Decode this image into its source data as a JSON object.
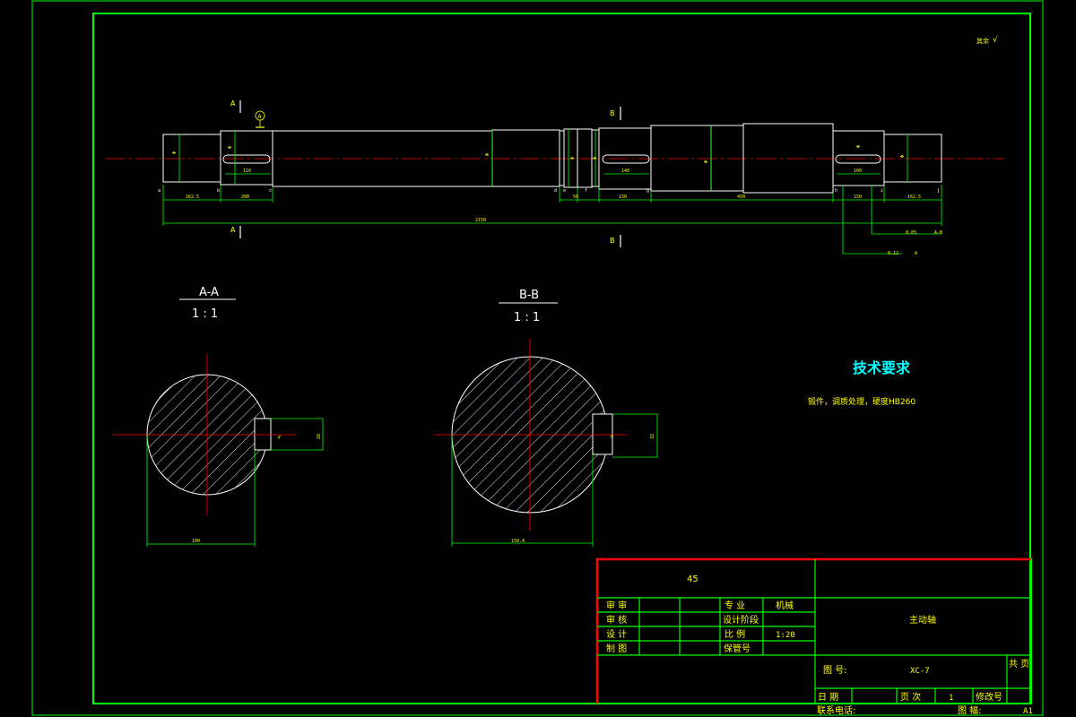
{
  "colors": {
    "background": "#000000",
    "frame": "#00ff00",
    "part_outline": "#ffffff",
    "center_line": "#ff0000",
    "dimension": "#00ff00",
    "title_block_accent": "#ff0000",
    "heading": "#00ffff",
    "text": "#ffff00"
  },
  "corner_note": {
    "label": "其余",
    "value": "√"
  },
  "shaft_view": {
    "section_marks": {
      "a_top": "A",
      "a_bottom": "A",
      "b_top": "B",
      "b_bottom": "B",
      "datum": "A"
    },
    "diameter_labels": [
      "Φ",
      "Φ",
      "Φ",
      "Φ",
      "Φ",
      "Φ",
      "Φ",
      "Φ"
    ],
    "key_lengths": [
      "110",
      "140",
      "100"
    ],
    "segment_lengths": [
      "162.5",
      "200",
      "50",
      "150",
      "450",
      "150",
      "162.5"
    ],
    "point_labels": [
      "a",
      "b",
      "c",
      "d",
      "e",
      "f",
      "g",
      "h",
      "i",
      "j"
    ],
    "overall_length": "2150",
    "tolerance_1": {
      "value": "0.05",
      "ref": "A-B"
    },
    "tolerance_2": {
      "value": "0.12",
      "ref": "A"
    }
  },
  "sections": [
    {
      "title": "A-A",
      "scale": "1 : 1",
      "key_depth": "6",
      "key_width": "28",
      "diameter": "100"
    },
    {
      "title": "B-B",
      "scale": "1 : 1",
      "key_depth": "6",
      "key_width": "32",
      "diameter": "150.4"
    }
  ],
  "tech_requirements": {
    "title": "技术要求",
    "text": "锻件，调质处理，硬度HB260"
  },
  "title_block": {
    "material": "45",
    "part_name": "主动轴",
    "rows": [
      {
        "label": "审 审",
        "field": "专 业",
        "value": "机械"
      },
      {
        "label": "审 核",
        "field": "设计阶段",
        "value": ""
      },
      {
        "label": "设 计",
        "field": "比 例",
        "value": "1:20"
      },
      {
        "label": "制 图",
        "field": "保管号",
        "value": ""
      }
    ],
    "drawing_no_label": "图 号:",
    "drawing_no": "XC-7",
    "sheet_count_label": "共 页",
    "date_label": "日 期",
    "page_label": "页 次",
    "page_value": "1",
    "revision_label": "修改号",
    "contact_label": "联系电话:",
    "sheet_size_label": "图 幅:",
    "sheet_size": "A1"
  }
}
